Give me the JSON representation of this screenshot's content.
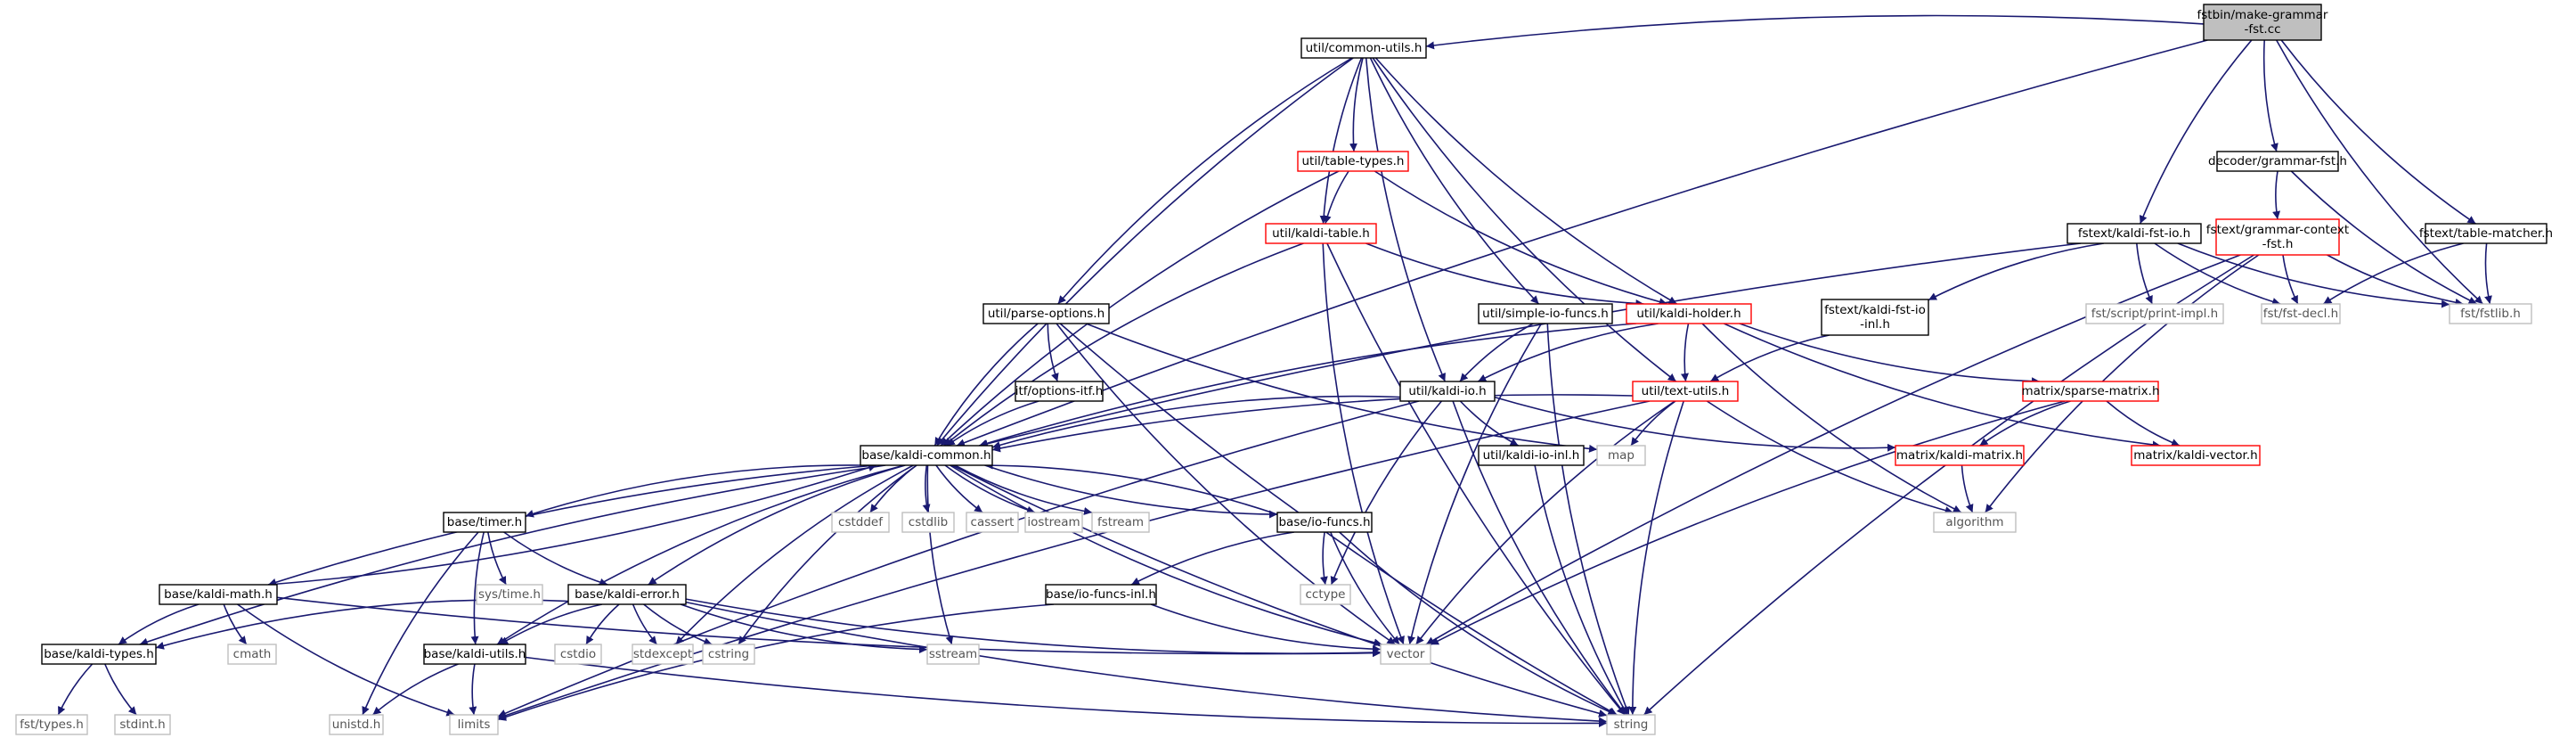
{
  "colors": {
    "edge": "#191970",
    "root_fill": "#bfbfbf",
    "border_normal": "#000000",
    "border_truncated": "#ff0000",
    "border_system": "#bfbfbf"
  },
  "nodes": [
    {
      "id": "root",
      "lines": [
        "fstbin/make-grammar",
        "-fst.cc"
      ],
      "style": "root"
    },
    {
      "id": "cu",
      "lines": [
        "util/common-utils.h"
      ],
      "style": "normal"
    },
    {
      "id": "tt",
      "lines": [
        "util/table-types.h"
      ],
      "style": "truncated"
    },
    {
      "id": "kt",
      "lines": [
        "util/kaldi-table.h"
      ],
      "style": "truncated"
    },
    {
      "id": "po",
      "lines": [
        "util/parse-options.h"
      ],
      "style": "normal"
    },
    {
      "id": "sif",
      "lines": [
        "util/simple-io-funcs.h"
      ],
      "style": "normal"
    },
    {
      "id": "kh",
      "lines": [
        "util/kaldi-holder.h"
      ],
      "style": "truncated"
    },
    {
      "id": "kio",
      "lines": [
        "util/kaldi-io.h"
      ],
      "style": "normal"
    },
    {
      "id": "oi",
      "lines": [
        "itf/options-itf.h"
      ],
      "style": "normal"
    },
    {
      "id": "tu",
      "lines": [
        "util/text-utils.h"
      ],
      "style": "truncated"
    },
    {
      "id": "kioi",
      "lines": [
        "util/kaldi-io-inl.h"
      ],
      "style": "normal"
    },
    {
      "id": "map",
      "lines": [
        "map"
      ],
      "style": "system"
    },
    {
      "id": "kc",
      "lines": [
        "base/kaldi-common.h"
      ],
      "style": "normal"
    },
    {
      "id": "sm",
      "lines": [
        "matrix/sparse-matrix.h"
      ],
      "style": "truncated"
    },
    {
      "id": "km",
      "lines": [
        "matrix/kaldi-matrix.h"
      ],
      "style": "truncated"
    },
    {
      "id": "kv",
      "lines": [
        "matrix/kaldi-vector.h"
      ],
      "style": "truncated"
    },
    {
      "id": "alg",
      "lines": [
        "algorithm"
      ],
      "style": "system"
    },
    {
      "id": "dg",
      "lines": [
        "decoder/grammar-fst.h"
      ],
      "style": "normal"
    },
    {
      "id": "gcf",
      "lines": [
        "fstext/grammar-context",
        "-fst.h"
      ],
      "style": "truncated"
    },
    {
      "id": "kfi",
      "lines": [
        "fstext/kaldi-fst-io.h"
      ],
      "style": "normal"
    },
    {
      "id": "kfii",
      "lines": [
        "fstext/kaldi-fst-io",
        "-inl.h"
      ],
      "style": "normal"
    },
    {
      "id": "spi",
      "lines": [
        "fst/script/print-impl.h"
      ],
      "style": "system"
    },
    {
      "id": "fd",
      "lines": [
        "fst/fst-decl.h"
      ],
      "style": "system"
    },
    {
      "id": "ftm",
      "lines": [
        "fstext/table-matcher.h"
      ],
      "style": "normal"
    },
    {
      "id": "fl",
      "lines": [
        "fst/fstlib.h"
      ],
      "style": "system"
    },
    {
      "id": "tm",
      "lines": [
        "base/timer.h"
      ],
      "style": "normal"
    },
    {
      "id": "cstddef",
      "lines": [
        "cstddef"
      ],
      "style": "system"
    },
    {
      "id": "cstdlib",
      "lines": [
        "cstdlib"
      ],
      "style": "system"
    },
    {
      "id": "cassert",
      "lines": [
        "cassert"
      ],
      "style": "system"
    },
    {
      "id": "iostream",
      "lines": [
        "iostream"
      ],
      "style": "system"
    },
    {
      "id": "fstream",
      "lines": [
        "fstream"
      ],
      "style": "system"
    },
    {
      "id": "iof",
      "lines": [
        "base/io-funcs.h"
      ],
      "style": "normal"
    },
    {
      "id": "cctype",
      "lines": [
        "cctype"
      ],
      "style": "system"
    },
    {
      "id": "st",
      "lines": [
        "sys/time.h"
      ],
      "style": "system"
    },
    {
      "id": "kmath",
      "lines": [
        "base/kaldi-math.h"
      ],
      "style": "normal"
    },
    {
      "id": "ke",
      "lines": [
        "base/kaldi-error.h"
      ],
      "style": "normal"
    },
    {
      "id": "iofi",
      "lines": [
        "base/io-funcs-inl.h"
      ],
      "style": "normal"
    },
    {
      "id": "cmath",
      "lines": [
        "cmath"
      ],
      "style": "system"
    },
    {
      "id": "sstream",
      "lines": [
        "sstream"
      ],
      "style": "system"
    },
    {
      "id": "cstdio",
      "lines": [
        "cstdio"
      ],
      "style": "system"
    },
    {
      "id": "stdexcept",
      "lines": [
        "stdexcept"
      ],
      "style": "system"
    },
    {
      "id": "cstring",
      "lines": [
        "cstring"
      ],
      "style": "system"
    },
    {
      "id": "vector",
      "lines": [
        "vector"
      ],
      "style": "system"
    },
    {
      "id": "ktypes",
      "lines": [
        "base/kaldi-types.h"
      ],
      "style": "normal"
    },
    {
      "id": "ku",
      "lines": [
        "base/kaldi-utils.h"
      ],
      "style": "normal"
    },
    {
      "id": "ft",
      "lines": [
        "fst/types.h"
      ],
      "style": "system"
    },
    {
      "id": "stdint",
      "lines": [
        "stdint.h"
      ],
      "style": "system"
    },
    {
      "id": "unistd",
      "lines": [
        "unistd.h"
      ],
      "style": "system"
    },
    {
      "id": "limits",
      "lines": [
        "limits"
      ],
      "style": "system"
    },
    {
      "id": "string",
      "lines": [
        "string"
      ],
      "style": "system"
    }
  ],
  "edges": [
    [
      "root",
      "cu"
    ],
    [
      "root",
      "kc"
    ],
    [
      "root",
      "dg"
    ],
    [
      "root",
      "kfi"
    ],
    [
      "root",
      "ftm"
    ],
    [
      "root",
      "fl"
    ],
    [
      "cu",
      "tt"
    ],
    [
      "cu",
      "kt"
    ],
    [
      "cu",
      "po"
    ],
    [
      "cu",
      "sif"
    ],
    [
      "cu",
      "kh"
    ],
    [
      "cu",
      "kio"
    ],
    [
      "cu",
      "kc"
    ],
    [
      "cu",
      "tu"
    ],
    [
      "tt",
      "kt"
    ],
    [
      "tt",
      "kh"
    ],
    [
      "tt",
      "kc"
    ],
    [
      "kt",
      "kh"
    ],
    [
      "kt",
      "kc"
    ],
    [
      "kt",
      "vector"
    ],
    [
      "kt",
      "string"
    ],
    [
      "po",
      "oi"
    ],
    [
      "po",
      "kc"
    ],
    [
      "po",
      "map"
    ],
    [
      "po",
      "vector"
    ],
    [
      "po",
      "string"
    ],
    [
      "sif",
      "kio"
    ],
    [
      "sif",
      "vector"
    ],
    [
      "sif",
      "string"
    ],
    [
      "kh",
      "kio"
    ],
    [
      "kh",
      "tu"
    ],
    [
      "kh",
      "kc"
    ],
    [
      "kh",
      "sm"
    ],
    [
      "kh",
      "kv"
    ],
    [
      "kh",
      "alg"
    ],
    [
      "kio",
      "kioi"
    ],
    [
      "kio",
      "kc"
    ],
    [
      "kio",
      "km"
    ],
    [
      "kio",
      "cctype"
    ],
    [
      "kio",
      "string"
    ],
    [
      "kio",
      "limits"
    ],
    [
      "oi",
      "kc"
    ],
    [
      "tu",
      "map"
    ],
    [
      "tu",
      "kc"
    ],
    [
      "tu",
      "alg"
    ],
    [
      "tu",
      "vector"
    ],
    [
      "tu",
      "string"
    ],
    [
      "tu",
      "limits"
    ],
    [
      "kioi",
      "string"
    ],
    [
      "sm",
      "km"
    ],
    [
      "sm",
      "kv"
    ],
    [
      "sm",
      "vector"
    ],
    [
      "km",
      "alg"
    ],
    [
      "dg",
      "gcf"
    ],
    [
      "dg",
      "fl"
    ],
    [
      "gcf",
      "fd"
    ],
    [
      "gcf",
      "fl"
    ],
    [
      "gcf",
      "alg"
    ],
    [
      "gcf",
      "vector"
    ],
    [
      "gcf",
      "string"
    ],
    [
      "kfi",
      "kfii"
    ],
    [
      "kfi",
      "spi"
    ],
    [
      "kfi",
      "fd"
    ],
    [
      "kfi",
      "fl"
    ],
    [
      "kfi",
      "kc"
    ],
    [
      "kfii",
      "tu"
    ],
    [
      "ftm",
      "fd"
    ],
    [
      "ftm",
      "fl"
    ],
    [
      "kc",
      "tm"
    ],
    [
      "kc",
      "cstddef"
    ],
    [
      "kc",
      "cstdlib"
    ],
    [
      "kc",
      "cassert"
    ],
    [
      "kc",
      "iostream"
    ],
    [
      "kc",
      "fstream"
    ],
    [
      "kc",
      "iof"
    ],
    [
      "kc",
      "kmath"
    ],
    [
      "kc",
      "ke"
    ],
    [
      "kc",
      "ku"
    ],
    [
      "kc",
      "sstream"
    ],
    [
      "kc",
      "stdexcept"
    ],
    [
      "kc",
      "cstring"
    ],
    [
      "kc",
      "vector"
    ],
    [
      "kc",
      "string"
    ],
    [
      "kc",
      "ktypes"
    ],
    [
      "tm",
      "st"
    ],
    [
      "tm",
      "ke"
    ],
    [
      "tm",
      "ku"
    ],
    [
      "tm",
      "unistd"
    ],
    [
      "iof",
      "kc"
    ],
    [
      "iof",
      "iofi"
    ],
    [
      "iof",
      "cctype"
    ],
    [
      "iof",
      "vector"
    ],
    [
      "iof",
      "string"
    ],
    [
      "kmath",
      "kc"
    ],
    [
      "kmath",
      "ktypes"
    ],
    [
      "kmath",
      "cmath"
    ],
    [
      "kmath",
      "limits"
    ],
    [
      "kmath",
      "vector"
    ],
    [
      "ke",
      "ku"
    ],
    [
      "ke",
      "ktypes"
    ],
    [
      "ke",
      "sstream"
    ],
    [
      "ke",
      "cstdio"
    ],
    [
      "ke",
      "stdexcept"
    ],
    [
      "ke",
      "cstring"
    ],
    [
      "ke",
      "vector"
    ],
    [
      "ke",
      "string"
    ],
    [
      "iofi",
      "vector"
    ],
    [
      "iofi",
      "limits"
    ],
    [
      "ku",
      "unistd"
    ],
    [
      "ku",
      "limits"
    ],
    [
      "ku",
      "string"
    ],
    [
      "ktypes",
      "ft"
    ],
    [
      "ktypes",
      "stdint"
    ]
  ]
}
